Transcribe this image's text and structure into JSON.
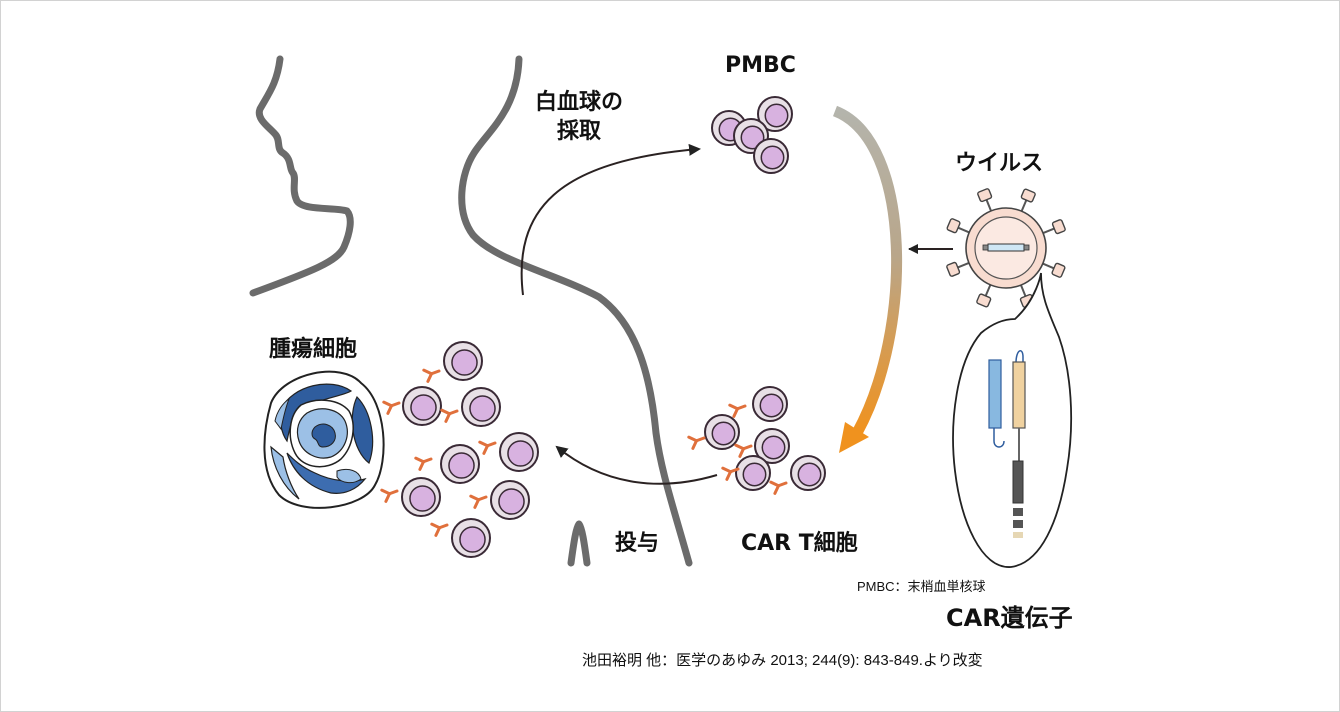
{
  "labels": {
    "pmbc": "PMBC",
    "collection": "白血球の\n採取",
    "virus": "ウイルス",
    "tumor": "腫瘍細胞",
    "car_t": "CAR T細胞",
    "administration": "投与",
    "abbrev": "PMBC：末梢血単核球",
    "car_gene": "CAR遺伝子",
    "citation": "池田裕明 他：医学のあゆみ 2013; 244(9): 843-849.より改変"
  },
  "colors": {
    "cell_fill": "#d8b2e0",
    "cell_ring": "#e8e0e6",
    "cell_stroke": "#3a2a36",
    "receptor": "#e0703c",
    "tumor_dark": "#2f5d9e",
    "tumor_light": "#9cc0e6",
    "virus_fill": "#f8dcd0",
    "arrow_start": "#b8b8b0",
    "arrow_end": "#f0921e"
  }
}
